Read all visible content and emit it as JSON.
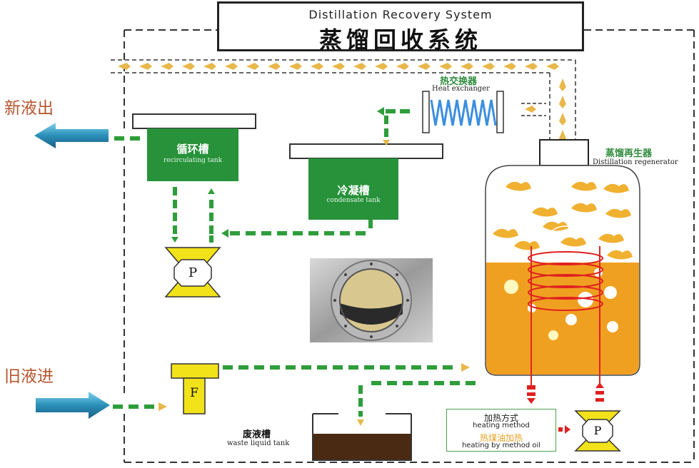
{
  "title": {
    "en": "Distillation Recovery System",
    "zh": "蒸馏回收系统"
  },
  "side_labels": {
    "new_liquid_out": "新液出",
    "old_liquid_in": "旧液进"
  },
  "components": {
    "recirculating_tank": {
      "zh": "循环槽",
      "en": "recirculating tank"
    },
    "condensate_tank": {
      "zh": "冷凝槽",
      "en": "condensate tank"
    },
    "heat_exchanger": {
      "zh": "热交换器",
      "en": "Heat exchanger"
    },
    "distillation_regenerator": {
      "zh": "蒸馏再生器",
      "en": "Distillation regenerator"
    },
    "waste_liquid_tank": {
      "zh": "废液槽",
      "en": "waste liquid tank"
    },
    "pump_left": {
      "label": "P"
    },
    "pump_right": {
      "label": "P"
    },
    "filter": {
      "label": "F"
    }
  },
  "heating": {
    "title_zh": "加热方式",
    "title_en": "heating method",
    "method_zh": "热煤油加热",
    "method_en": "heating by method oil"
  },
  "colors": {
    "liquid_flow": "#2e9d3a",
    "vapor_flow": "#e8b84a",
    "tank_green": "#27923a",
    "liquid_orange": "#f0a020",
    "arrow_blue": "#2a8fb8",
    "pump_yellow": "#f2e21a",
    "coil_red": "#e02020",
    "side_label": "#b5542d"
  }
}
